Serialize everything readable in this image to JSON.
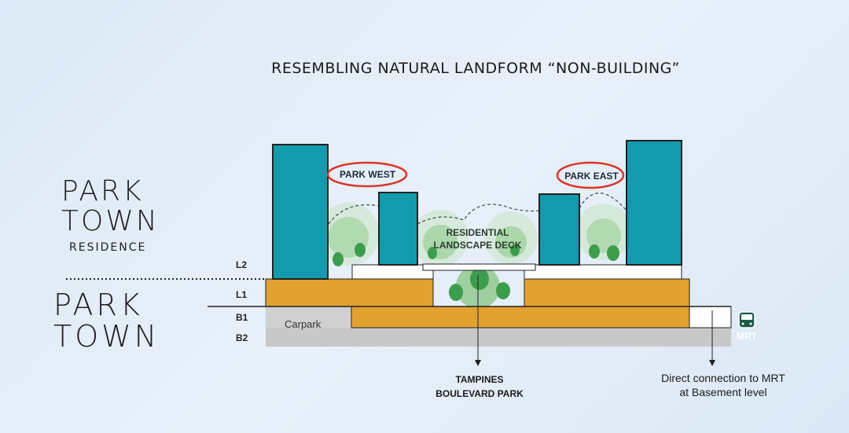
{
  "title": "RESEMBLING NATURAL LANDFORM “NON-BUILDING”",
  "logo_residence": {
    "line1": "PARK",
    "line2": "TOWN",
    "line3": "RESIDENCE"
  },
  "logo_park_town": {
    "line1": "PARK",
    "line2": "TOWN"
  },
  "levels": {
    "l2": "L2",
    "l1": "L1",
    "b1": "B1",
    "b2": "B2"
  },
  "labels": {
    "park_west": "PARK WEST",
    "park_east": "PARK EAST",
    "deck_line1": "RESIDENTIAL",
    "deck_line2": "LANDSCAPE DECK",
    "carpark": "Carpark",
    "tampines_line1": "TAMPINES",
    "tampines_line2": "BOULEVARD PARK",
    "direct_line1": "Direct connection to MRT",
    "direct_line2": "at Basement level",
    "mrt": "MRT"
  },
  "colors": {
    "tower": "#139aad",
    "podium": "#e3a132",
    "basement": "#c8c8c8",
    "park_ring": "#d8362a",
    "mrt": "#1b5a46",
    "trees": "#3e9d4c"
  }
}
